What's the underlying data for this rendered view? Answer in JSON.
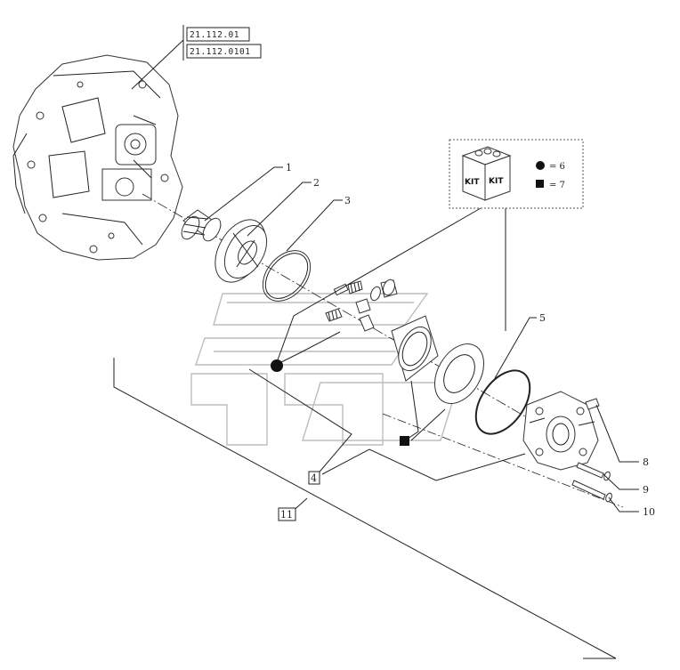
{
  "refs": {
    "ref1": "21.112.01",
    "ref2": "21.112.0101"
  },
  "callouts": {
    "c1": "1",
    "c2": "2",
    "c3": "3",
    "c5": "5",
    "c8": "8",
    "c9": "9",
    "c10": "10"
  },
  "boxed": {
    "b4": "4",
    "b11": "11"
  },
  "kit": {
    "label_left": "KIT",
    "label_right": "KIT",
    "circle_legend": "= 6",
    "square_legend": "= 7"
  },
  "colors": {
    "line": "#222222",
    "watermark": "#bdbdbd"
  }
}
